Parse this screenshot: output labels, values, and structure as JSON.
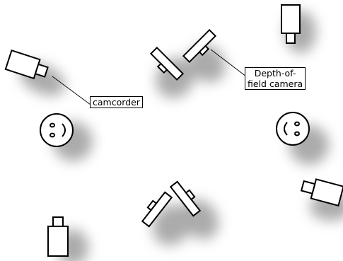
{
  "labels": {
    "camcorder": "camcorder",
    "dof_line1": "Depth-of-",
    "dof_line2": "field camera"
  },
  "colors": {
    "stroke": "#000000",
    "fill": "#ffffff",
    "shadow": "#9a9a9a"
  },
  "icons": [
    "camcorder-icon",
    "depth-of-field-camera-icon",
    "face-icon"
  ]
}
